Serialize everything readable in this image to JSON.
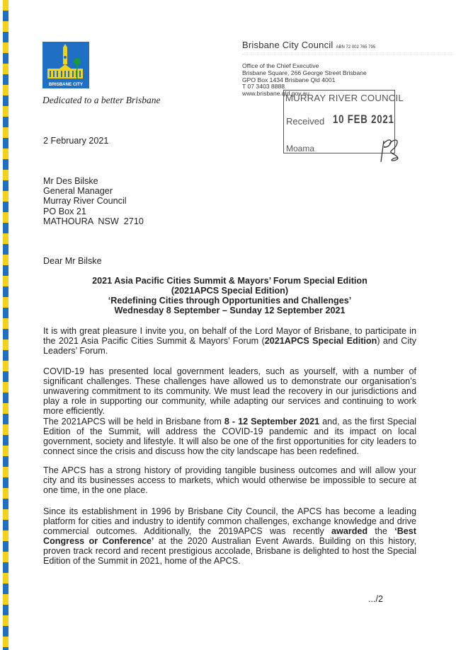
{
  "letterhead": {
    "logo_text": "BRISBANE CITY",
    "tagline": "Dedicated to a better Brisbane",
    "org_name": "Brisbane City Council",
    "abn": "ABN 72 002 765 795",
    "office_lines": [
      "Office of the Chief Executive",
      "Brisbane Square, 266 George Street Brisbane",
      "GPO Box 1434 Brisbane Qld 4001",
      "T 07 3403 8888",
      "www.brisbane.qld.gov.au"
    ],
    "colors": {
      "stripe_yellow": "#f5d21a",
      "stripe_blue": "#1f6fc4",
      "logo_blue": "#1f6fc4"
    }
  },
  "stamp": {
    "organisation": "MURRAY RIVER COUNCIL",
    "received_label": "Received",
    "received_date": "10 FEB 2021",
    "location": "Moama"
  },
  "letter": {
    "date": "2 February 2021",
    "recipient": [
      "Mr Des Bilske",
      "General Manager",
      "Murray River Council",
      "PO Box 21",
      "MATHOURA  NSW  2710"
    ],
    "salutation": "Dear Mr Bilske",
    "title_lines": [
      "2021 Asia Pacific Cities Summit & Mayors’ Forum Special Edition",
      "(2021APCS Special Edition)",
      "‘Redefining Cities through Opportunities and Challenges’",
      "Wednesday 8 September – Sunday 12 September 2021"
    ],
    "paragraphs": [
      [
        "It is with great pleasure I invite you, on behalf of the Lord Mayor of Brisbane, to participate in the 2021 Asia Pacific Cities Summit & Mayors’ Forum (",
        "2021APCS Special Edition",
        ") and City Leaders’ Forum."
      ],
      [
        "COVID-19 has presented local government leaders, such as yourself, with a number of significant challenges. These challenges have allowed us to demonstrate our organisation’s unwavering commitment to its community. We must lead the recovery in our jurisdictions and play a role in supporting our community, while adapting our services and continuing to work more efficiently."
      ],
      [
        "The 2021APCS will be held in Brisbane from ",
        "8 - 12 September 2021",
        " and, as the first Special Edition of the Summit, will address the COVID-19 pandemic and its impact on local government, society and lifestyle. It will also be one of the first opportunities for city leaders to connect since the crisis and discuss how the city landscape has been redefined."
      ],
      [
        "The APCS has a strong history of providing tangible business outcomes and will allow your city and its businesses access to markets, which would otherwise be impossible to secure at one time, in the one place."
      ],
      [
        "Since its establishment in 1996 by Brisbane City Council, the APCS has become a leading platform for cities and industry to identify common challenges, exchange knowledge and drive commercial outcomes. Additionally, the 2019APCS was recently ",
        "awarded",
        " the ",
        "‘Best Congress or Conference’",
        " at the 2020 Australian Event Awards. Building on this history, proven track record and recent prestigious accolade, Brisbane is delighted to host the Special Edition of the Summit in 2021, home of the APCS."
      ]
    ],
    "page_marker": ".../2"
  }
}
